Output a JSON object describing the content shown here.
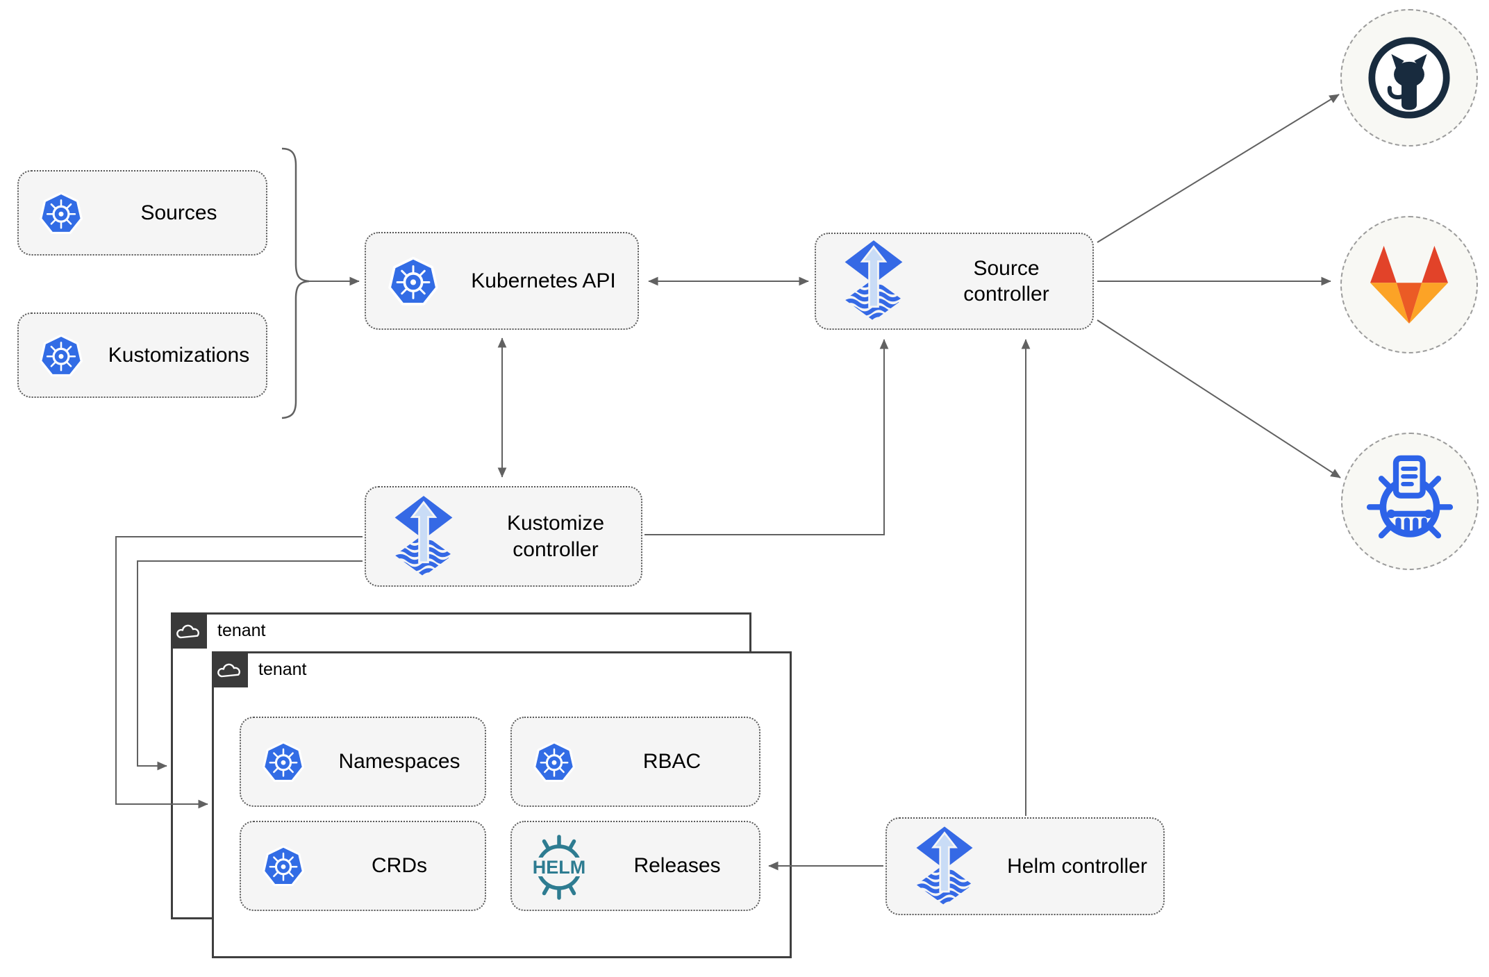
{
  "nodes": {
    "sources": {
      "label": "Sources"
    },
    "kustomizations": {
      "label": "Kustomizations"
    },
    "kubernetes_api": {
      "label": "Kubernetes API"
    },
    "source_controller": {
      "label": "Source controller"
    },
    "kustomize_controller": {
      "label": "Kustomize controller"
    },
    "helm_controller": {
      "label": "Helm controller"
    },
    "namespaces": {
      "label": "Namespaces"
    },
    "rbac": {
      "label": "RBAC"
    },
    "crds": {
      "label": "CRDs"
    },
    "releases": {
      "label": "Releases"
    }
  },
  "groups": {
    "tenant_outer": {
      "label": "tenant"
    },
    "tenant_inner": {
      "label": "tenant"
    }
  },
  "external_targets": {
    "github": {
      "icon": "github-icon"
    },
    "gitlab": {
      "icon": "gitlab-icon"
    },
    "chartmuseum": {
      "icon": "chartmuseum-icon"
    }
  },
  "icons": {
    "helm_wordmark": "HELM"
  },
  "colors": {
    "kubernetes_blue": "#326CE5",
    "flux_blue": "#3569E5",
    "flux_arrow_light": "#C9DCF6",
    "helm_teal": "#2E7C91",
    "chartmuseum_blue": "#2D63E8",
    "github_dark": "#182B3E",
    "gitlab_red_orange": "#E24329",
    "gitlab_center_orange": "#EB5B25",
    "gitlab_light_orange": "#FCA326",
    "connector_gray": "#616161",
    "node_fill": "#F5F5F5",
    "tenant_tab_dark": "#3A3A3A"
  }
}
